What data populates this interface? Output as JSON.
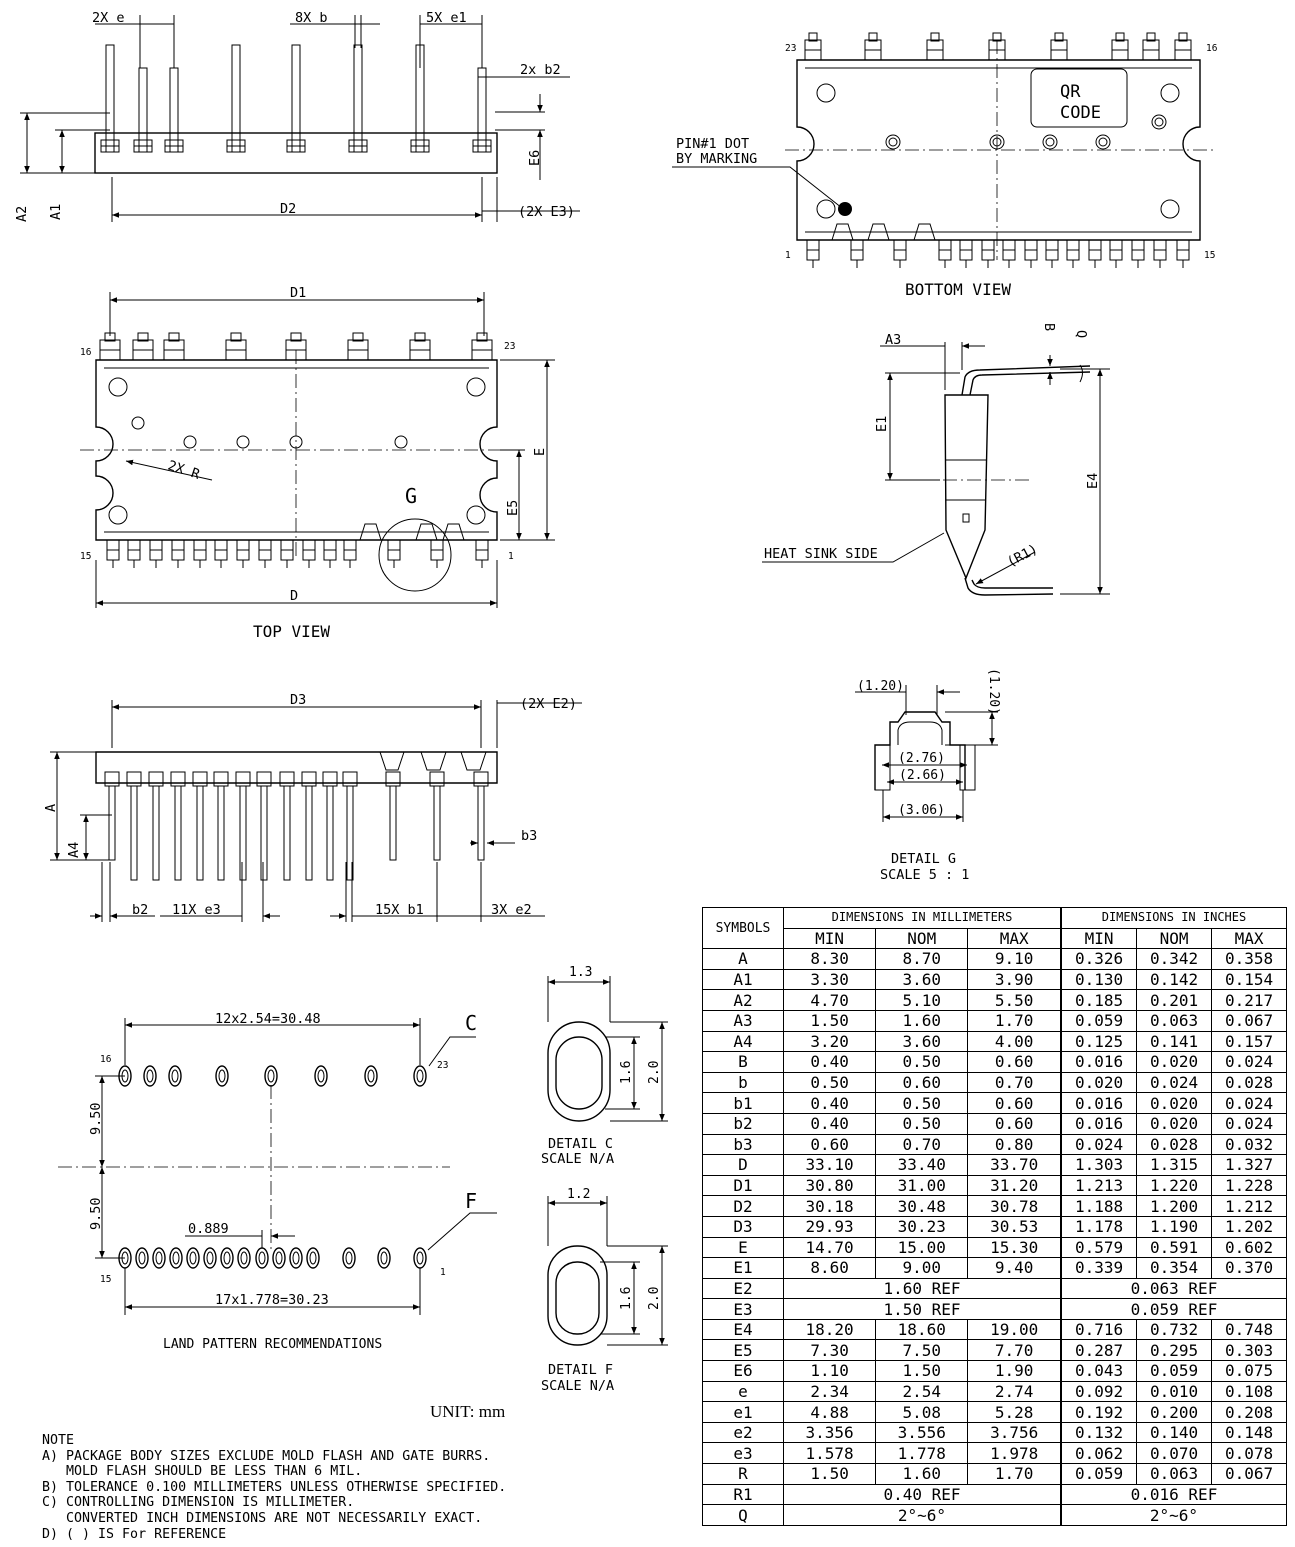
{
  "labels": {
    "top_left": {
      "x2e": "2X e",
      "x8b": "8X b",
      "x5e1": "5X e1",
      "x2b2": "2x b2",
      "A2": "A2",
      "A1": "A1",
      "D2": "D2",
      "E3": "(2X E3)",
      "E6": "E6"
    },
    "top_view": {
      "D1": "D1",
      "D": "D",
      "E": "E",
      "E5": "E5",
      "R": "2X R",
      "G": "G",
      "pin16": "16",
      "pin23": "23",
      "pin15": "15",
      "pin1": "1",
      "title": "TOP VIEW"
    },
    "bottom_view": {
      "pin23": "23",
      "pin16": "16",
      "pin1": "1",
      "pin15": "15",
      "qr1": "QR",
      "qr2": "CODE",
      "dot1": "PIN#1 DOT",
      "dot2": "BY MARKING",
      "title": "BOTTOM VIEW"
    },
    "side_view": {
      "A3": "A3",
      "B": "B",
      "Q": "Q",
      "E1": "E1",
      "E4": "E4",
      "heat": "HEAT SINK SIDE",
      "R1": "(R1)"
    },
    "front_view": {
      "D3": "D3",
      "E2": "(2X E2)",
      "A": "A",
      "A4": "A4",
      "b3": "b3",
      "b2": "b2",
      "x11e3": "11X e3",
      "x15b1": "15X b1",
      "x3e2": "3X e2"
    },
    "detail_g": {
      "d120a": "(1.20)",
      "d120b": "(1.20)",
      "d276": "(2.76)",
      "d266": "(2.66)",
      "d306": "(3.06)",
      "title1": "DETAIL G",
      "title2": "SCALE 5 : 1"
    },
    "land": {
      "top_dim": "12x2.54=30.48",
      "bot_dim": "17x1.778=30.23",
      "v950a": "9.50",
      "v950b": "9.50",
      "p889": "0.889",
      "C": "C",
      "F": "F",
      "pin16": "16",
      "pin23": "23",
      "pin15": "15",
      "pin1": "1",
      "title": "LAND PATTERN RECOMMENDATIONS"
    },
    "detail_c": {
      "w": "1.3",
      "h1": "1.6",
      "h2": "2.0",
      "title1": "DETAIL C",
      "title2": "SCALE N/A"
    },
    "detail_f": {
      "w": "1.2",
      "h1": "1.6",
      "h2": "2.0",
      "title1": "DETAIL F",
      "title2": "SCALE N/A"
    }
  },
  "unit": "UNIT: mm",
  "notes": [
    "NOTE",
    "A) PACKAGE BODY SIZES EXCLUDE MOLD FLASH AND GATE BURRS.",
    "   MOLD FLASH SHOULD BE LESS THAN 6 MIL.",
    "B) TOLERANCE 0.100 MILLIMETERS UNLESS OTHERWISE SPECIFIED.",
    "C) CONTROLLING DIMENSION IS MILLIMETER.",
    "   CONVERTED INCH DIMENSIONS ARE NOT NECESSARILY EXACT.",
    "D) ( ) IS For REFERENCE"
  ],
  "table": {
    "symbols": "SYMBOLS",
    "mm": "DIMENSIONS IN MILLIMETERS",
    "inch": "DIMENSIONS IN INCHES",
    "min": "MIN",
    "nom": "NOM",
    "max": "MAX",
    "rows": [
      {
        "s": "A",
        "mm": [
          "8.30",
          "8.70",
          "9.10"
        ],
        "in": [
          "0.326",
          "0.342",
          "0.358"
        ]
      },
      {
        "s": "A1",
        "mm": [
          "3.30",
          "3.60",
          "3.90"
        ],
        "in": [
          "0.130",
          "0.142",
          "0.154"
        ]
      },
      {
        "s": "A2",
        "mm": [
          "4.70",
          "5.10",
          "5.50"
        ],
        "in": [
          "0.185",
          "0.201",
          "0.217"
        ]
      },
      {
        "s": "A3",
        "mm": [
          "1.50",
          "1.60",
          "1.70"
        ],
        "in": [
          "0.059",
          "0.063",
          "0.067"
        ]
      },
      {
        "s": "A4",
        "mm": [
          "3.20",
          "3.60",
          "4.00"
        ],
        "in": [
          "0.125",
          "0.141",
          "0.157"
        ]
      },
      {
        "s": "B",
        "mm": [
          "0.40",
          "0.50",
          "0.60"
        ],
        "in": [
          "0.016",
          "0.020",
          "0.024"
        ]
      },
      {
        "s": "b",
        "mm": [
          "0.50",
          "0.60",
          "0.70"
        ],
        "in": [
          "0.020",
          "0.024",
          "0.028"
        ]
      },
      {
        "s": "b1",
        "mm": [
          "0.40",
          "0.50",
          "0.60"
        ],
        "in": [
          "0.016",
          "0.020",
          "0.024"
        ]
      },
      {
        "s": "b2",
        "mm": [
          "0.40",
          "0.50",
          "0.60"
        ],
        "in": [
          "0.016",
          "0.020",
          "0.024"
        ]
      },
      {
        "s": "b3",
        "mm": [
          "0.60",
          "0.70",
          "0.80"
        ],
        "in": [
          "0.024",
          "0.028",
          "0.032"
        ]
      },
      {
        "s": "D",
        "mm": [
          "33.10",
          "33.40",
          "33.70"
        ],
        "in": [
          "1.303",
          "1.315",
          "1.327"
        ]
      },
      {
        "s": "D1",
        "mm": [
          "30.80",
          "31.00",
          "31.20"
        ],
        "in": [
          "1.213",
          "1.220",
          "1.228"
        ]
      },
      {
        "s": "D2",
        "mm": [
          "30.18",
          "30.48",
          "30.78"
        ],
        "in": [
          "1.188",
          "1.200",
          "1.212"
        ]
      },
      {
        "s": "D3",
        "mm": [
          "29.93",
          "30.23",
          "30.53"
        ],
        "in": [
          "1.178",
          "1.190",
          "1.202"
        ]
      },
      {
        "s": "E",
        "mm": [
          "14.70",
          "15.00",
          "15.30"
        ],
        "in": [
          "0.579",
          "0.591",
          "0.602"
        ]
      },
      {
        "s": "E1",
        "mm": [
          "8.60",
          "9.00",
          "9.40"
        ],
        "in": [
          "0.339",
          "0.354",
          "0.370"
        ]
      },
      {
        "s": "E2",
        "mm_ref": "1.60  REF",
        "in_ref": "0.063  REF"
      },
      {
        "s": "E3",
        "mm_ref": "1.50  REF",
        "in_ref": "0.059  REF"
      },
      {
        "s": "E4",
        "mm": [
          "18.20",
          "18.60",
          "19.00"
        ],
        "in": [
          "0.716",
          "0.732",
          "0.748"
        ]
      },
      {
        "s": "E5",
        "mm": [
          "7.30",
          "7.50",
          "7.70"
        ],
        "in": [
          "0.287",
          "0.295",
          "0.303"
        ]
      },
      {
        "s": "E6",
        "mm": [
          "1.10",
          "1.50",
          "1.90"
        ],
        "in": [
          "0.043",
          "0.059",
          "0.075"
        ]
      },
      {
        "s": "e",
        "mm": [
          "2.34",
          "2.54",
          "2.74"
        ],
        "in": [
          "0.092",
          "0.010",
          "0.108"
        ]
      },
      {
        "s": "e1",
        "mm": [
          "4.88",
          "5.08",
          "5.28"
        ],
        "in": [
          "0.192",
          "0.200",
          "0.208"
        ]
      },
      {
        "s": "e2",
        "mm": [
          "3.356",
          "3.556",
          "3.756"
        ],
        "in": [
          "0.132",
          "0.140",
          "0.148"
        ]
      },
      {
        "s": "e3",
        "mm": [
          "1.578",
          "1.778",
          "1.978"
        ],
        "in": [
          "0.062",
          "0.070",
          "0.078"
        ]
      },
      {
        "s": "R",
        "mm": [
          "1.50",
          "1.60",
          "1.70"
        ],
        "in": [
          "0.059",
          "0.063",
          "0.067"
        ]
      },
      {
        "s": "R1",
        "mm_ref": "0.40  REF",
        "in_ref": "0.016  REF"
      },
      {
        "s": "Q",
        "mm_ref": "2°~6°",
        "in_ref": "2°~6°"
      }
    ]
  }
}
